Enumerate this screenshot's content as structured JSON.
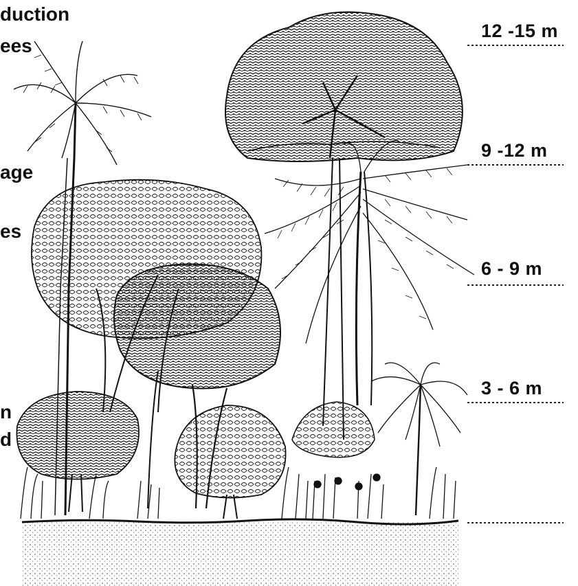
{
  "left_labels": {
    "line1": "duction",
    "line2": "ees",
    "line3": "age",
    "line4": "es",
    "line5": "n",
    "line6": "d"
  },
  "height_levels": [
    {
      "label": "12 -15 m"
    },
    {
      "label": "9 -12 m"
    },
    {
      "label": "6 - 9  m"
    },
    {
      "label": "3 - 6 m"
    },
    {
      "label": ""
    }
  ],
  "colors": {
    "ink": "#111111",
    "paper": "#ffffff",
    "soil_dot": "#7a7a7a"
  }
}
